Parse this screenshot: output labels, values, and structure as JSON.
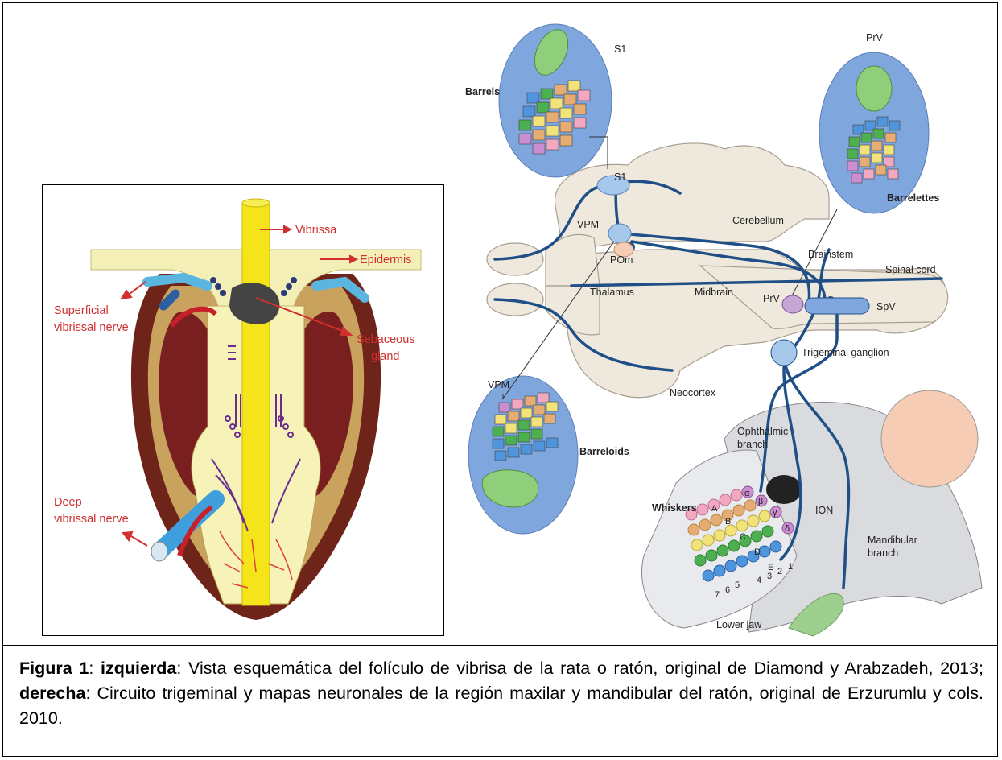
{
  "left_figure": {
    "labels": {
      "vibrissa": "Vibrissa",
      "epidermis": "Epidermis",
      "superficial_1": "Superficial",
      "superficial_2": "vibrissal nerve",
      "sebaceous_1": "Sebaceous",
      "sebaceous_2": "gland",
      "deep_1": "Deep",
      "deep_2": "vibrissal nerve"
    }
  },
  "right_figure": {
    "labels": {
      "s1_inset": "S1",
      "barrels": "Barrels",
      "prv_inset": "PrV",
      "barrelettes": "Barrelettes",
      "s1": "S1",
      "vpm": "VPM",
      "pom": "POm",
      "cerebellum": "Cerebellum",
      "brainstem": "Brainstem",
      "spinal_cord": "Spinal cord",
      "thalamus": "Thalamus",
      "midbrain": "Midbrain",
      "prv": "PrV",
      "spv": "SpV",
      "trigeminal_ganglion": "Trigeminal ganglion",
      "neocortex": "Neocortex",
      "vpm_inset": "VPM",
      "barreloids": "Barreloids",
      "ophthalmic_1": "Ophthalmic",
      "ophthalmic_2": "branch",
      "whiskers": "Whiskers",
      "ion": "ION",
      "mandibular_1": "Mandibular",
      "mandibular_2": "branch",
      "lower_jaw": "Lower jaw"
    },
    "whisker_rows": [
      "A",
      "B",
      "C",
      "D",
      "E"
    ],
    "whisker_greek": [
      "α",
      "β",
      "γ",
      "δ"
    ],
    "whisker_columns": [
      "1",
      "2",
      "3",
      "4",
      "5",
      "6",
      "7"
    ]
  },
  "caption": {
    "fig_label": "Figura 1",
    "sep1": ": ",
    "left_word": "izquierda",
    "left_text": ": Vista esquemática del folículo de vibrisa de la rata o ratón, original de Diamond y Arabzadeh, 2013; ",
    "right_word": "derecha",
    "right_text": ": Circuito trigeminal y mapas neuronales de la región maxilar y mandibular del ratón, original de Erzurumlu y cols. 2010."
  },
  "colors": {
    "nerve_blue": "#1f4f86",
    "label_red": "#d03030",
    "inset_blue": "#7fa6dd",
    "brain_beige": "#efe9dd",
    "follicle_brown": "#6e2418",
    "follicle_cream": "#f6f2b8"
  }
}
